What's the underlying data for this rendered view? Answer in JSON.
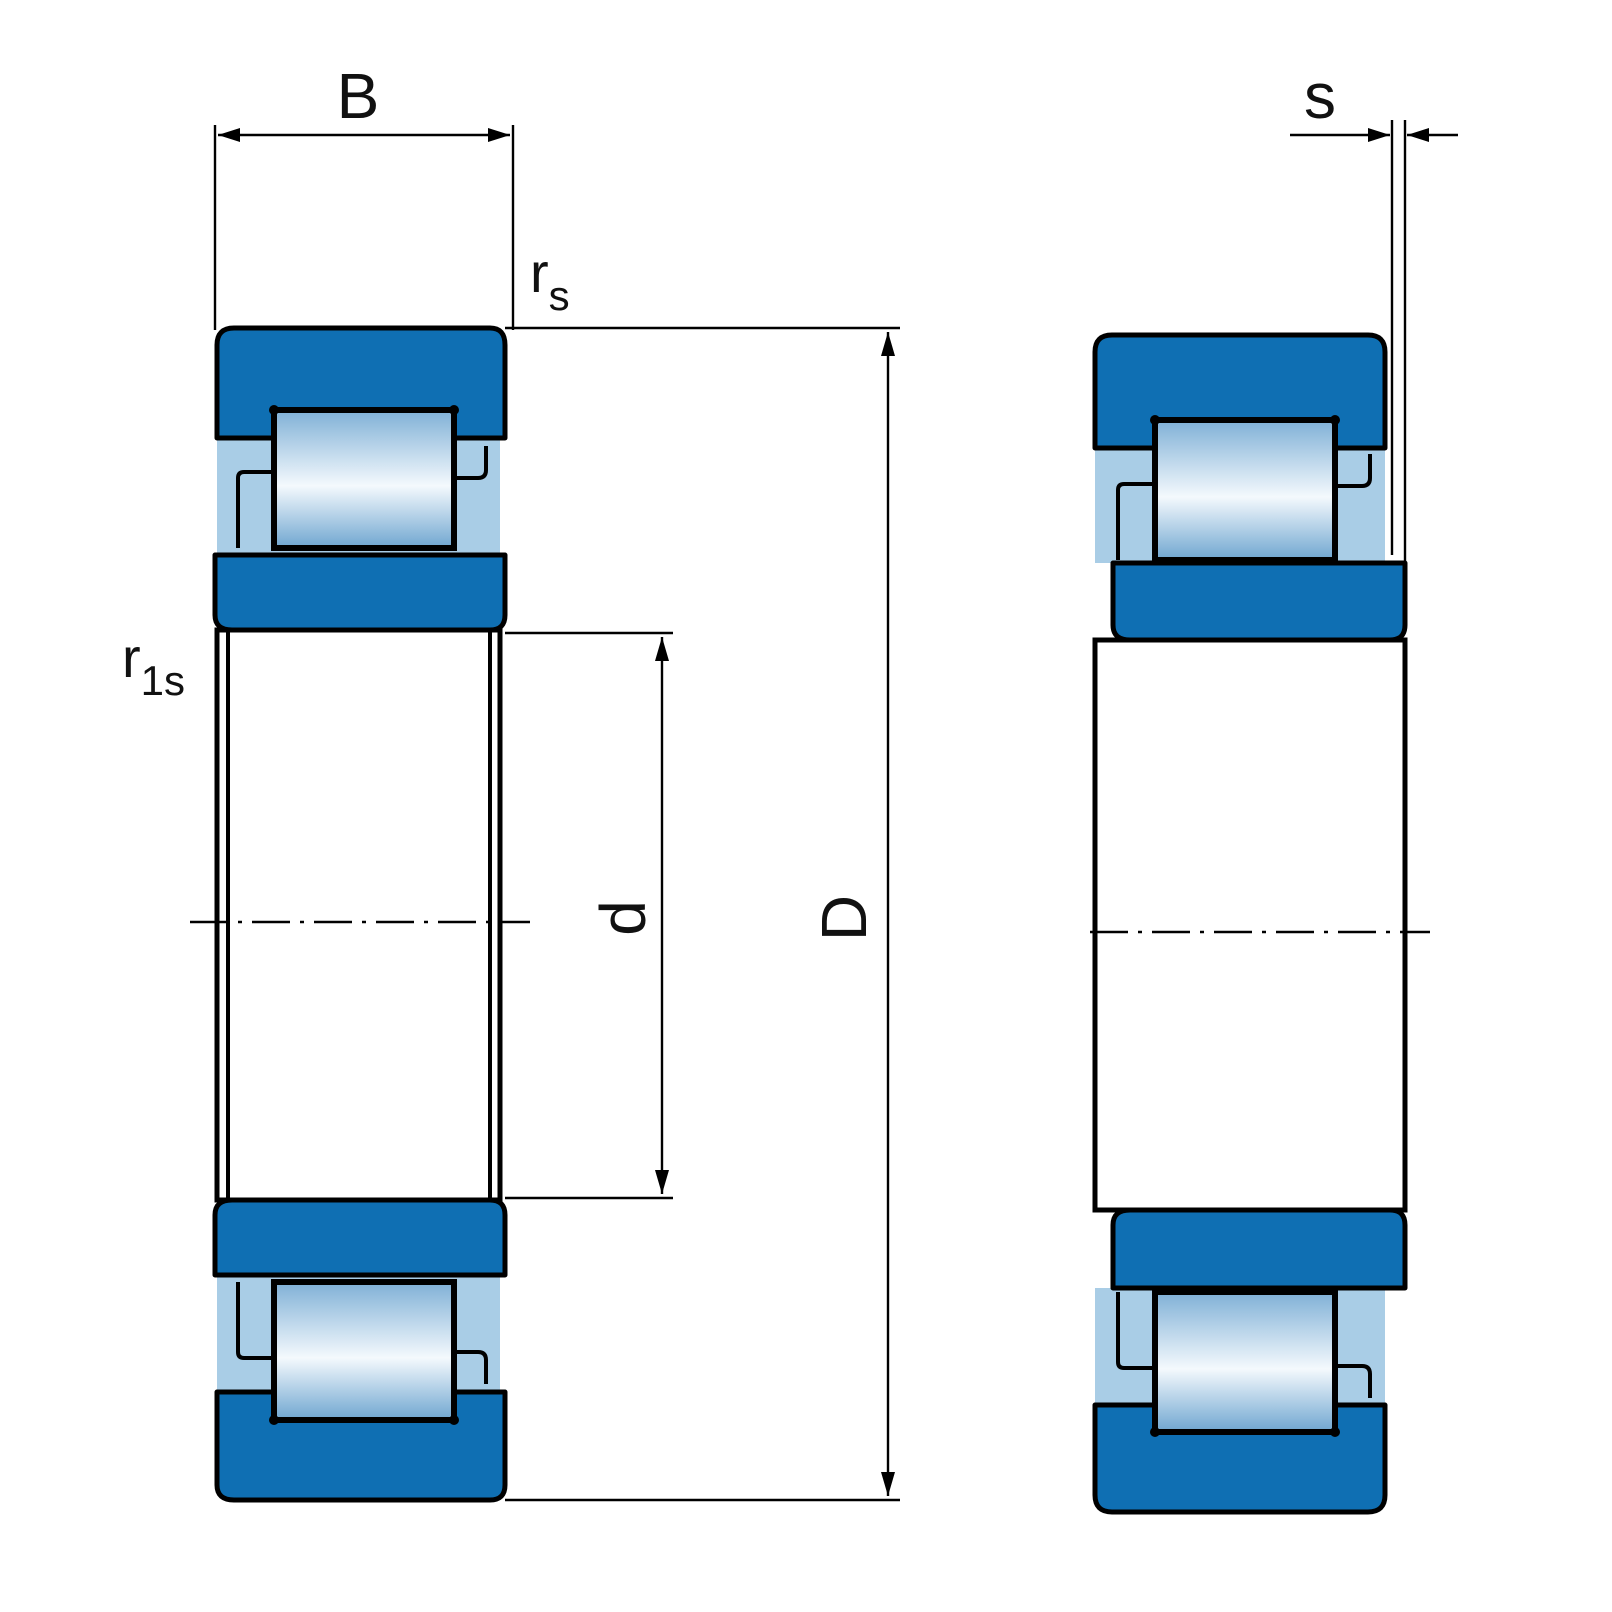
{
  "labels": {
    "B": "B",
    "r": "r",
    "rs_sub": "s",
    "r1s_sub": "1s",
    "d": "d",
    "D": "D",
    "s": "s"
  },
  "colors": {
    "ring": "#0f6fb3",
    "cage": "#a9cde6",
    "roller_light": "#f4f9fd",
    "roller_dark": "#7fb0d6",
    "line": "#000000"
  }
}
